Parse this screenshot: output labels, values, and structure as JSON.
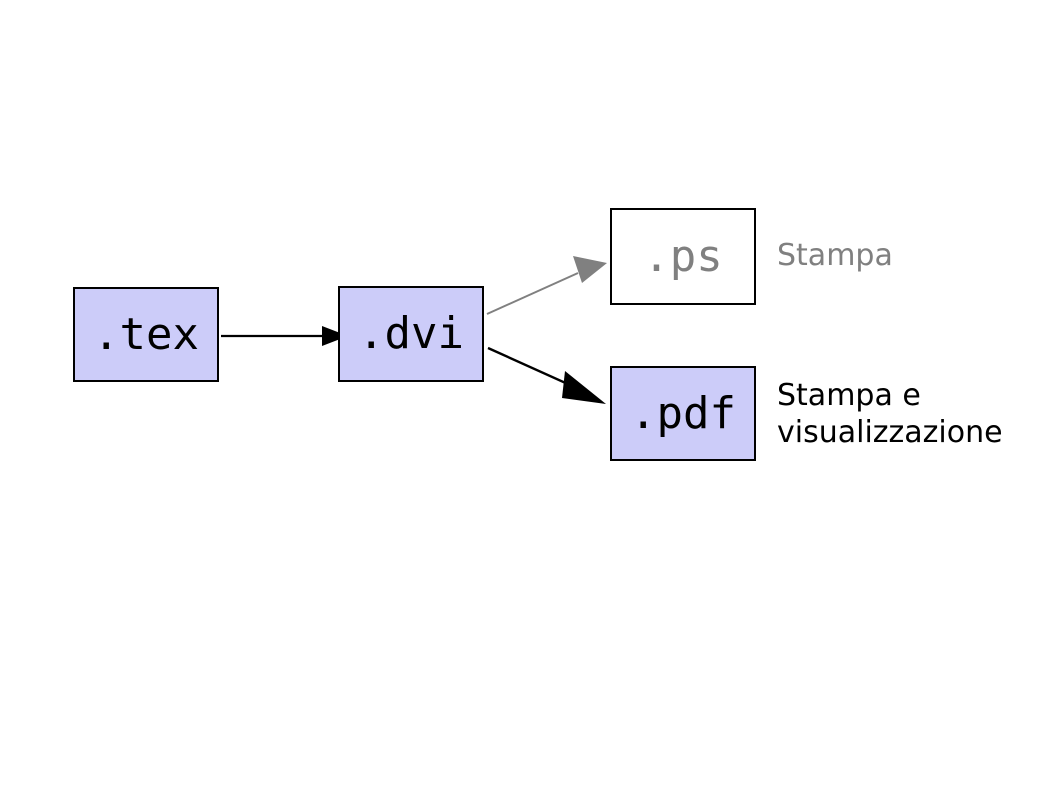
{
  "diagram": {
    "title": "TeX output formats flow",
    "background_color": "#ffffff",
    "nodes": [
      {
        "id": "tex",
        "label": ".tex",
        "fill": "#ccccf9",
        "stroke": "#000000",
        "text_color": "#000000"
      },
      {
        "id": "dvi",
        "label": ".dvi",
        "fill": "#ccccf9",
        "stroke": "#000000",
        "text_color": "#000000"
      },
      {
        "id": "ps",
        "label": ".ps",
        "fill": "#ffffff",
        "stroke": "#000000",
        "text_color": "#808080"
      },
      {
        "id": "pdf",
        "label": ".pdf",
        "fill": "#ccccf9",
        "stroke": "#000000",
        "text_color": "#000000"
      }
    ],
    "edges": [
      {
        "id": "tex-to-dvi",
        "from": "tex",
        "to": "dvi",
        "color": "#000000",
        "label": ""
      },
      {
        "id": "dvi-to-ps",
        "from": "dvi",
        "to": "ps",
        "color": "#808080",
        "label": ""
      },
      {
        "id": "dvi-to-pdf",
        "from": "dvi",
        "to": "pdf",
        "color": "#000000",
        "label": ""
      }
    ],
    "annotations": [
      {
        "id": "stampa",
        "text": "Stampa",
        "color": "#808080",
        "for_node": "ps"
      },
      {
        "id": "stampa-visualizzazione",
        "text": "Stampa e\nvisualizzazione",
        "color": "#000000",
        "for_node": "pdf"
      }
    ]
  }
}
